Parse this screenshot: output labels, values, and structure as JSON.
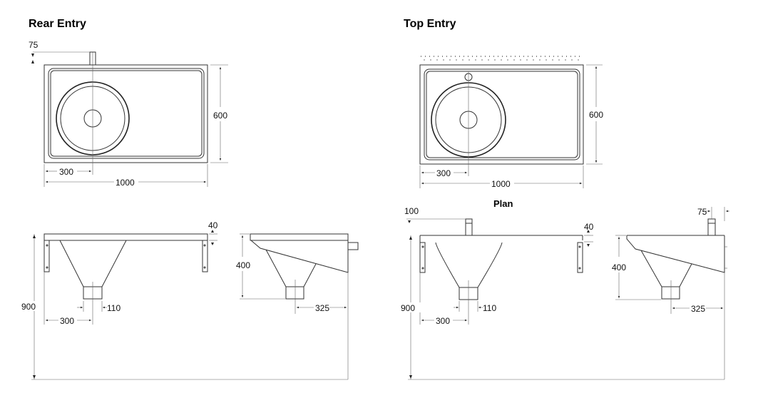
{
  "rear": {
    "title": "Rear Entry",
    "plan_dims": {
      "tap_offset": "75",
      "depth": "600",
      "bowl_offset": "300",
      "width": "1000"
    },
    "elev_dims": {
      "thickness": "40",
      "height": "900",
      "outlet": "110",
      "bowl_offset": "300",
      "side_depth": "400",
      "side_offset": "325"
    }
  },
  "top": {
    "title": "Top Entry",
    "plan_label": "Plan",
    "plan_dims": {
      "depth": "600",
      "bowl_offset": "300",
      "width": "1000"
    },
    "elev_dims": {
      "tap_offset": "100",
      "thickness": "40",
      "height": "900",
      "outlet": "110",
      "bowl_offset": "300",
      "side_depth": "400",
      "side_offset": "325",
      "side_tap": "75"
    }
  }
}
